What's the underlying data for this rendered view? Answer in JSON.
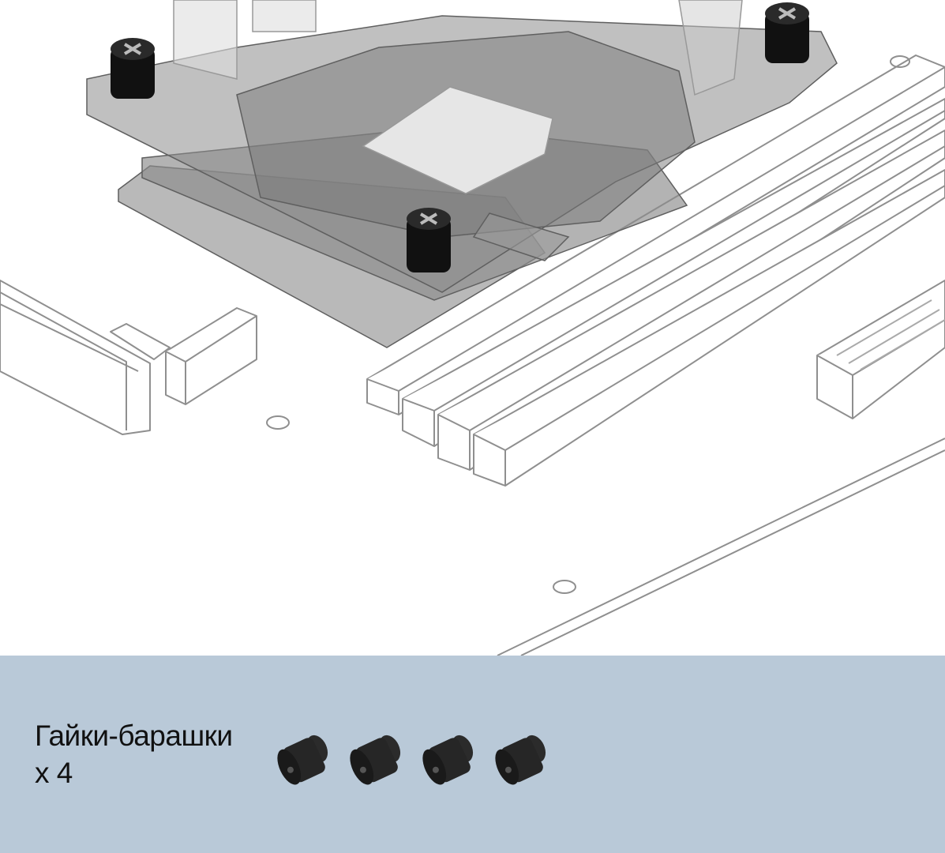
{
  "illustration": {
    "subject": "cpu-cooler-mount-with-thumbscrews",
    "screws_installed": 3
  },
  "parts": {
    "name": "Гайки-барашки",
    "quantity": "x 4",
    "count": 4
  },
  "colors": {
    "panel_bg": "#b9c9d8",
    "line": "#8a8a8a",
    "cooler_fill": "#7d7d7d",
    "screw": "#111111"
  }
}
